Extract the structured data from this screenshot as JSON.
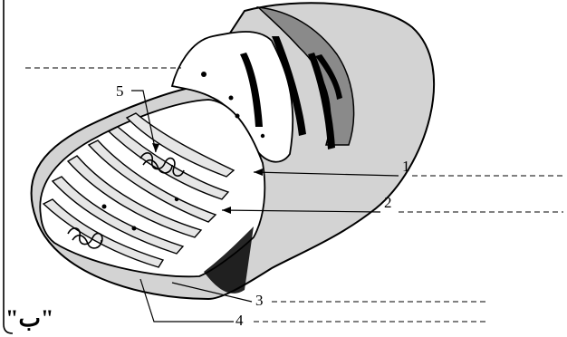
{
  "figure": {
    "panel_label": "\"ب\"",
    "callouts": [
      "1",
      "2",
      "3",
      "4",
      "5"
    ]
  },
  "colors": {
    "outer_membrane": "#d3d3d3",
    "cut_face": "#ffffff",
    "stroke": "#000000",
    "dark_band": "#8a8a8a",
    "matrix_fill": "#e6e6e6"
  }
}
